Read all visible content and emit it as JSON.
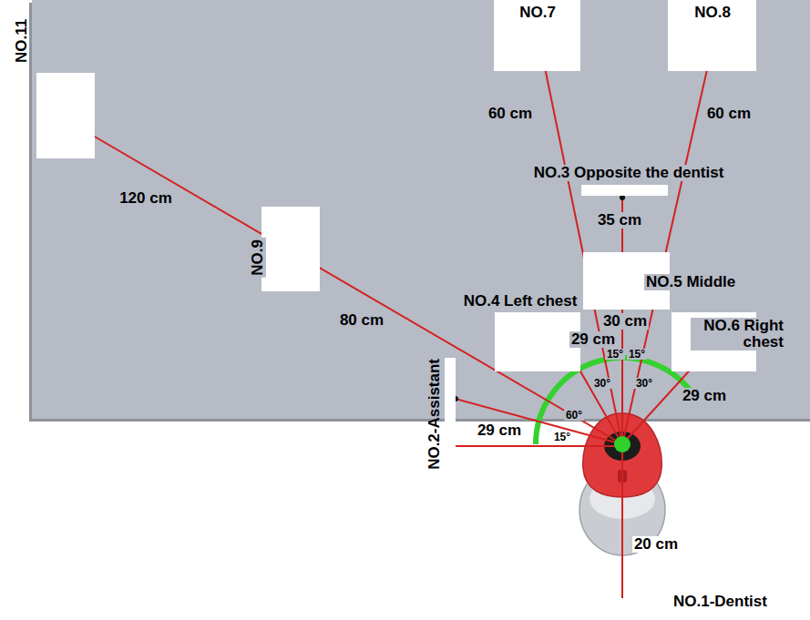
{
  "diagram": {
    "nodes": [
      {
        "text": [
          "NO.11"
        ]
      },
      {
        "text": [
          "NO.7"
        ]
      },
      {
        "text": [
          "NO.8"
        ]
      },
      {
        "text": [
          "NO.3 Opposite the dentist"
        ]
      },
      {
        "text": [
          "NO.9"
        ]
      },
      {
        "text": [
          "NO.5 Middle"
        ]
      },
      {
        "text": [
          "NO.4 Left chest"
        ]
      },
      {
        "text": [
          "NO.6 Right chest"
        ]
      },
      {
        "text": [
          "NO.2-Assistant"
        ]
      },
      {
        "text": [
          "NO.1-Dentist"
        ]
      }
    ],
    "labels": [
      "60 cm",
      "60 cm",
      "35 cm",
      "120 cm",
      "80 cm",
      "30 cm",
      "29 cm",
      "29 cm",
      "29 cm",
      "15°",
      "15°",
      "30°",
      "30°",
      "60°",
      "15°",
      "20 cm"
    ]
  }
}
